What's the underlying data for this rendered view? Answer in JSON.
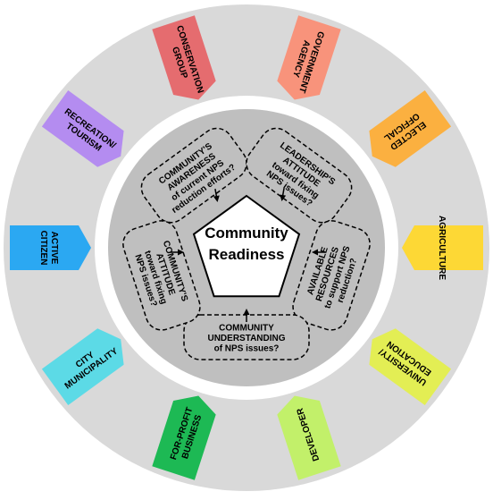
{
  "center": {
    "line1": "Community",
    "line2": "Readiness"
  },
  "dimensions": [
    {
      "lines": [
        "COMMUNITY'S",
        "AWARENESS",
        "of current NPS",
        "reduction efforts?"
      ]
    },
    {
      "lines": [
        "LEADERSHIP'S",
        "ATTITUDE",
        "toward fixing",
        "NPS issues?"
      ]
    },
    {
      "lines": [
        "AVAILABLE",
        "RESOURCES",
        "to support NPS",
        "reduction?"
      ]
    },
    {
      "lines": [
        "COMMUNITY",
        "UNDERSTANDING",
        "of NPS issues?"
      ]
    },
    {
      "lines": [
        "COMMUNITY'S",
        "ATTITUDE",
        "toward fixing",
        "NPS issues?"
      ]
    }
  ],
  "stakeholders": [
    {
      "lines": [
        "CONSERVATION",
        "GROUP"
      ],
      "color": "#E56C6F"
    },
    {
      "lines": [
        "GOVERNMENT",
        "AGENCY"
      ],
      "color": "#F8937B"
    },
    {
      "lines": [
        "ELECTED",
        "OFFICIAL"
      ],
      "color": "#FBB040"
    },
    {
      "lines": [
        "AGRICULTURE"
      ],
      "color": "#FDD835"
    },
    {
      "lines": [
        "UNIVERSITY/",
        "EDUCATION"
      ],
      "color": "#E3EE54"
    },
    {
      "lines": [
        "DEVELOPER"
      ],
      "color": "#C2F06A"
    },
    {
      "lines": [
        "FOR-PROFIT",
        "BUSINESS"
      ],
      "color": "#1DB954"
    },
    {
      "lines": [
        "CITY",
        "MUNICIPALITY"
      ],
      "color": "#5CDAE6"
    },
    {
      "lines": [
        "ACTIVE",
        "CITIZEN"
      ],
      "color": "#2BA8F2"
    },
    {
      "lines": [
        "RECREATION/",
        "TOURISM"
      ],
      "color": "#B48CF0"
    }
  ]
}
